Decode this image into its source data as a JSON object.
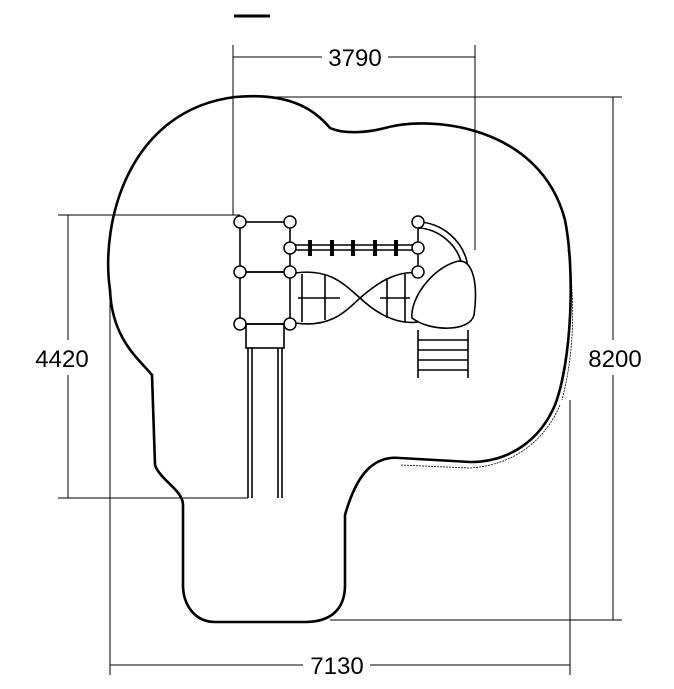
{
  "dimensions": {
    "top_width": "3790",
    "left_height": "4420",
    "right_height": "8200",
    "bottom_width": "7130"
  },
  "colors": {
    "line": "#000000",
    "background": "#ffffff"
  }
}
